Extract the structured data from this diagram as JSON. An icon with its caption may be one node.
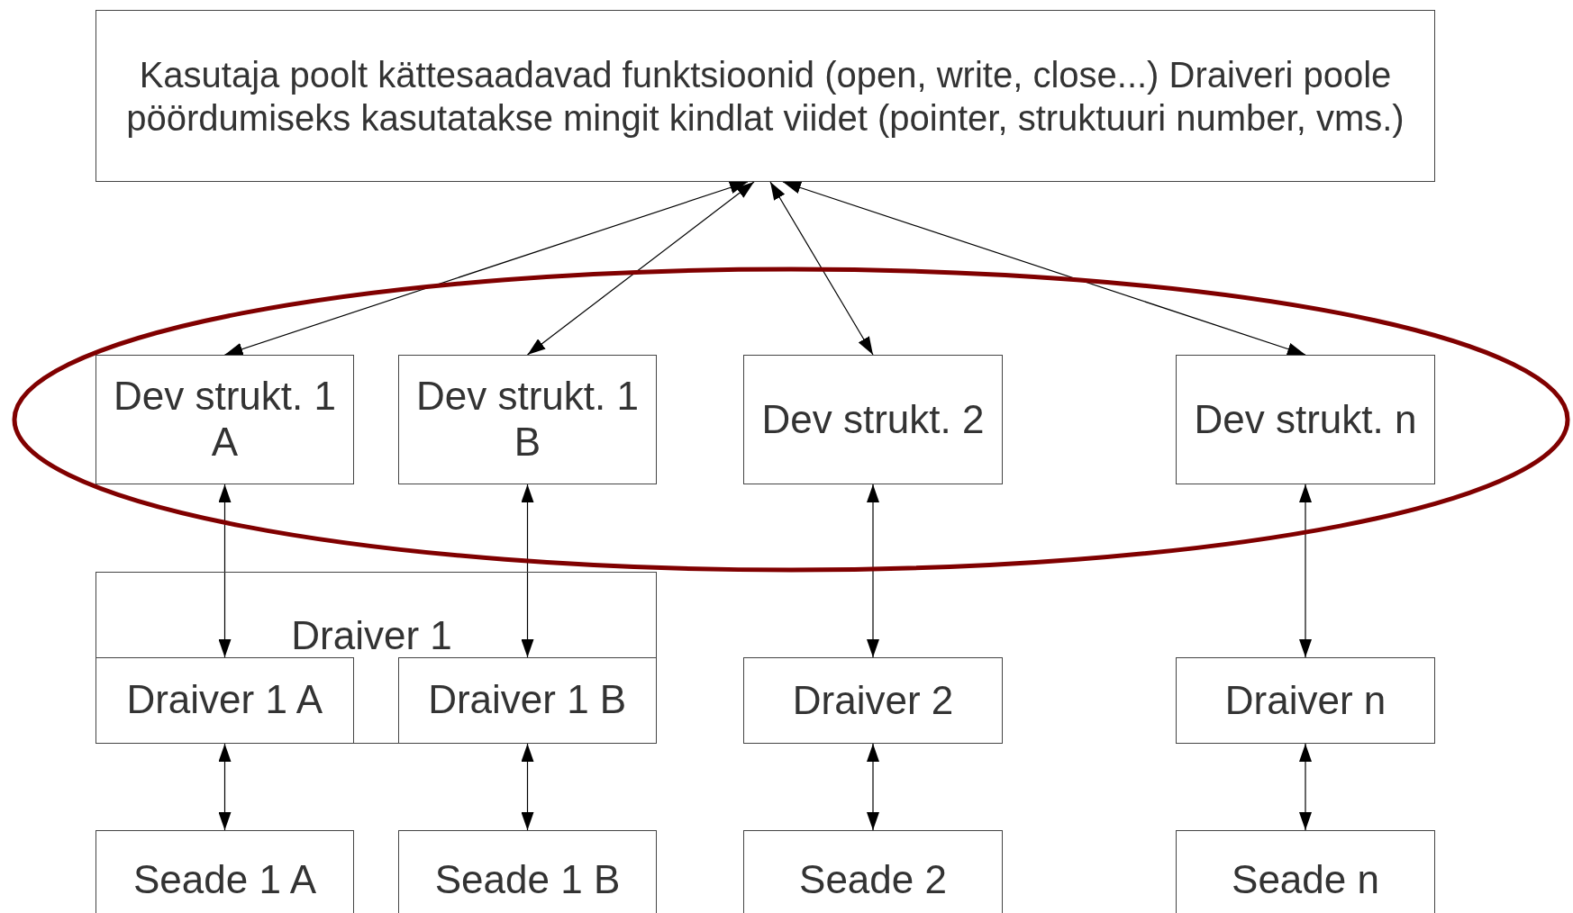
{
  "diagram": {
    "nodes": [
      {
        "text": [
          "Kasutaja poolt kättesaadavad funktsioonid (open, write, close...) Draiveri poole pöördumiseks kasutatakse mingit kindlat viidet (pointer, struktuuri number, vms.)"
        ]
      },
      {
        "text": [
          "Dev strukt. 1 A"
        ]
      },
      {
        "text": [
          "Dev strukt. 1 B"
        ]
      },
      {
        "text": [
          "Dev strukt. 2"
        ]
      },
      {
        "text": [
          "Dev strukt. n"
        ]
      },
      {
        "text": [
          "Draiver 1"
        ]
      },
      {
        "text": [
          "Draiver 1 A"
        ],
        "in": 5
      },
      {
        "text": [
          "Draiver 1 B"
        ],
        "in": 5
      },
      {
        "text": [
          "Draiver 2"
        ]
      },
      {
        "text": [
          "Draiver n"
        ]
      },
      {
        "text": [
          "Seade 1 A"
        ]
      },
      {
        "text": [
          "Seade 1 B"
        ]
      },
      {
        "text": [
          "Seade 2"
        ]
      },
      {
        "text": [
          "Seade n"
        ]
      }
    ],
    "edges": [
      {
        "from": 0,
        "to": 1,
        "arrow": "both"
      },
      {
        "from": 0,
        "to": 2,
        "arrow": "both"
      },
      {
        "from": 0,
        "to": 3,
        "arrow": "both"
      },
      {
        "from": 0,
        "to": 4,
        "arrow": "both"
      },
      {
        "from": 1,
        "to": 6,
        "arrow": "both"
      },
      {
        "from": 2,
        "to": 7,
        "arrow": "both"
      },
      {
        "from": 3,
        "to": 8,
        "arrow": "both"
      },
      {
        "from": 4,
        "to": 9,
        "arrow": "both"
      },
      {
        "from": 6,
        "to": 10,
        "arrow": "both"
      },
      {
        "from": 7,
        "to": 11,
        "arrow": "both"
      },
      {
        "from": 8,
        "to": 12,
        "arrow": "both"
      },
      {
        "from": 9,
        "to": 13,
        "arrow": "both"
      }
    ]
  }
}
